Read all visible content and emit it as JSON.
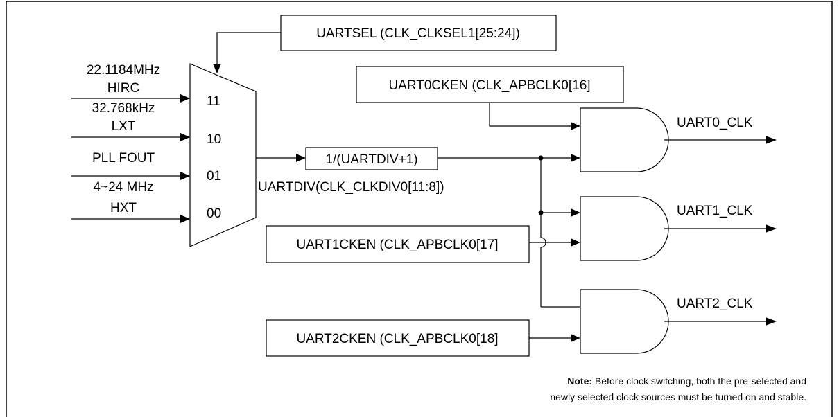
{
  "selector": {
    "label": "UARTSEL (CLK_CLKSEL1[25:24])"
  },
  "sources": [
    {
      "freq": "22.1184MHz",
      "name": "HIRC",
      "code": "11"
    },
    {
      "freq": "32.768kHz",
      "name": "LXT",
      "code": "10"
    },
    {
      "freq": "",
      "name": "PLL FOUT",
      "code": "01"
    },
    {
      "freq": "4~24 MHz",
      "name": "HXT",
      "code": "00"
    }
  ],
  "divider": {
    "box": "1/(UARTDIV+1)",
    "label": "UARTDIV(CLK_CLKDIV0[11:8])"
  },
  "enables": [
    {
      "label": "UART0CKEN (CLK_APBCLK0[16]",
      "output": "UART0_CLK"
    },
    {
      "label": "UART1CKEN (CLK_APBCLK0[17]",
      "output": "UART1_CLK"
    },
    {
      "label": "UART2CKEN (CLK_APBCLK0[18]",
      "output": "UART2_CLK"
    }
  ],
  "note": {
    "prefix": "Note:",
    "line1": " Before clock switching, both the pre-selected and",
    "line2": "newly selected clock sources must be turned on and stable."
  }
}
